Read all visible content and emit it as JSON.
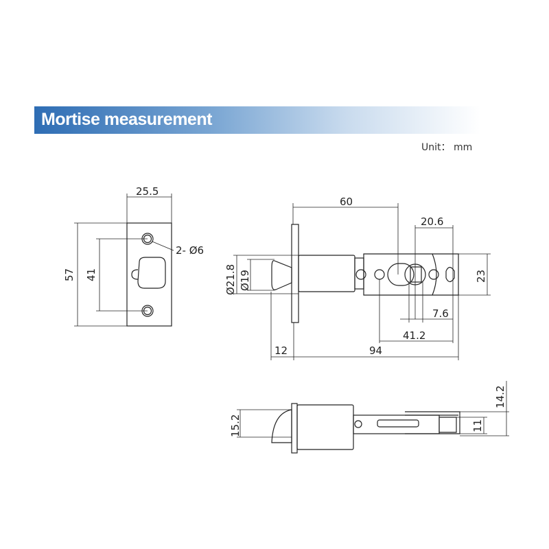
{
  "header": {
    "title": "Mortise measurement",
    "unit": "Unit： mm"
  },
  "front_view": {
    "width": "25.5",
    "height": "57",
    "hole_spacing": "41",
    "holes": "2- Ø6"
  },
  "side_view": {
    "d60": "60",
    "d20_6": "20.6",
    "d23": "23",
    "dia21_8": "Ø21.8",
    "dia19": "Ø19",
    "d7_6": "7.6",
    "d41_2": "41.2",
    "d12": "12",
    "d94": "94"
  },
  "top_view": {
    "d15_2": "15.2",
    "d14_2": "14.2",
    "d11": "11"
  }
}
